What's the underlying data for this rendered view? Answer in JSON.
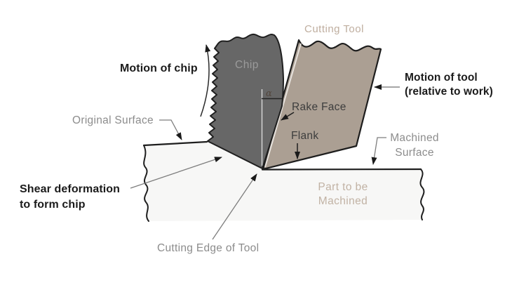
{
  "labels": {
    "motion_of_chip": "Motion of chip",
    "cutting_tool": "Cutting Tool",
    "chip": "Chip",
    "alpha": "α",
    "motion_of_tool_line1": "Motion of tool",
    "motion_of_tool_line2": "(relative to work)",
    "original_surface": "Original Surface",
    "machined_surface_line1": "Machined",
    "machined_surface_line2": "Surface",
    "rake_face": "Rake Face",
    "flank": "Flank",
    "shear_line1": "Shear deformation",
    "shear_line2": "to form chip",
    "part_line1": "Part to be",
    "part_line2": "Machined",
    "cutting_edge": "Cutting Edge of Tool"
  },
  "colors": {
    "chip_fill": "#676767",
    "tool_fill": "#ab9f93",
    "part_fill": "#f7f7f6",
    "outline": "#1e1e1e",
    "leader_gray": "#7d7d7d",
    "label_gray": "#8c8c8c",
    "label_dark": "#3d3d3d",
    "label_tan": "#bfae9f",
    "text_black": "#1b1b1b",
    "alpha_symbol": "#53463c"
  }
}
